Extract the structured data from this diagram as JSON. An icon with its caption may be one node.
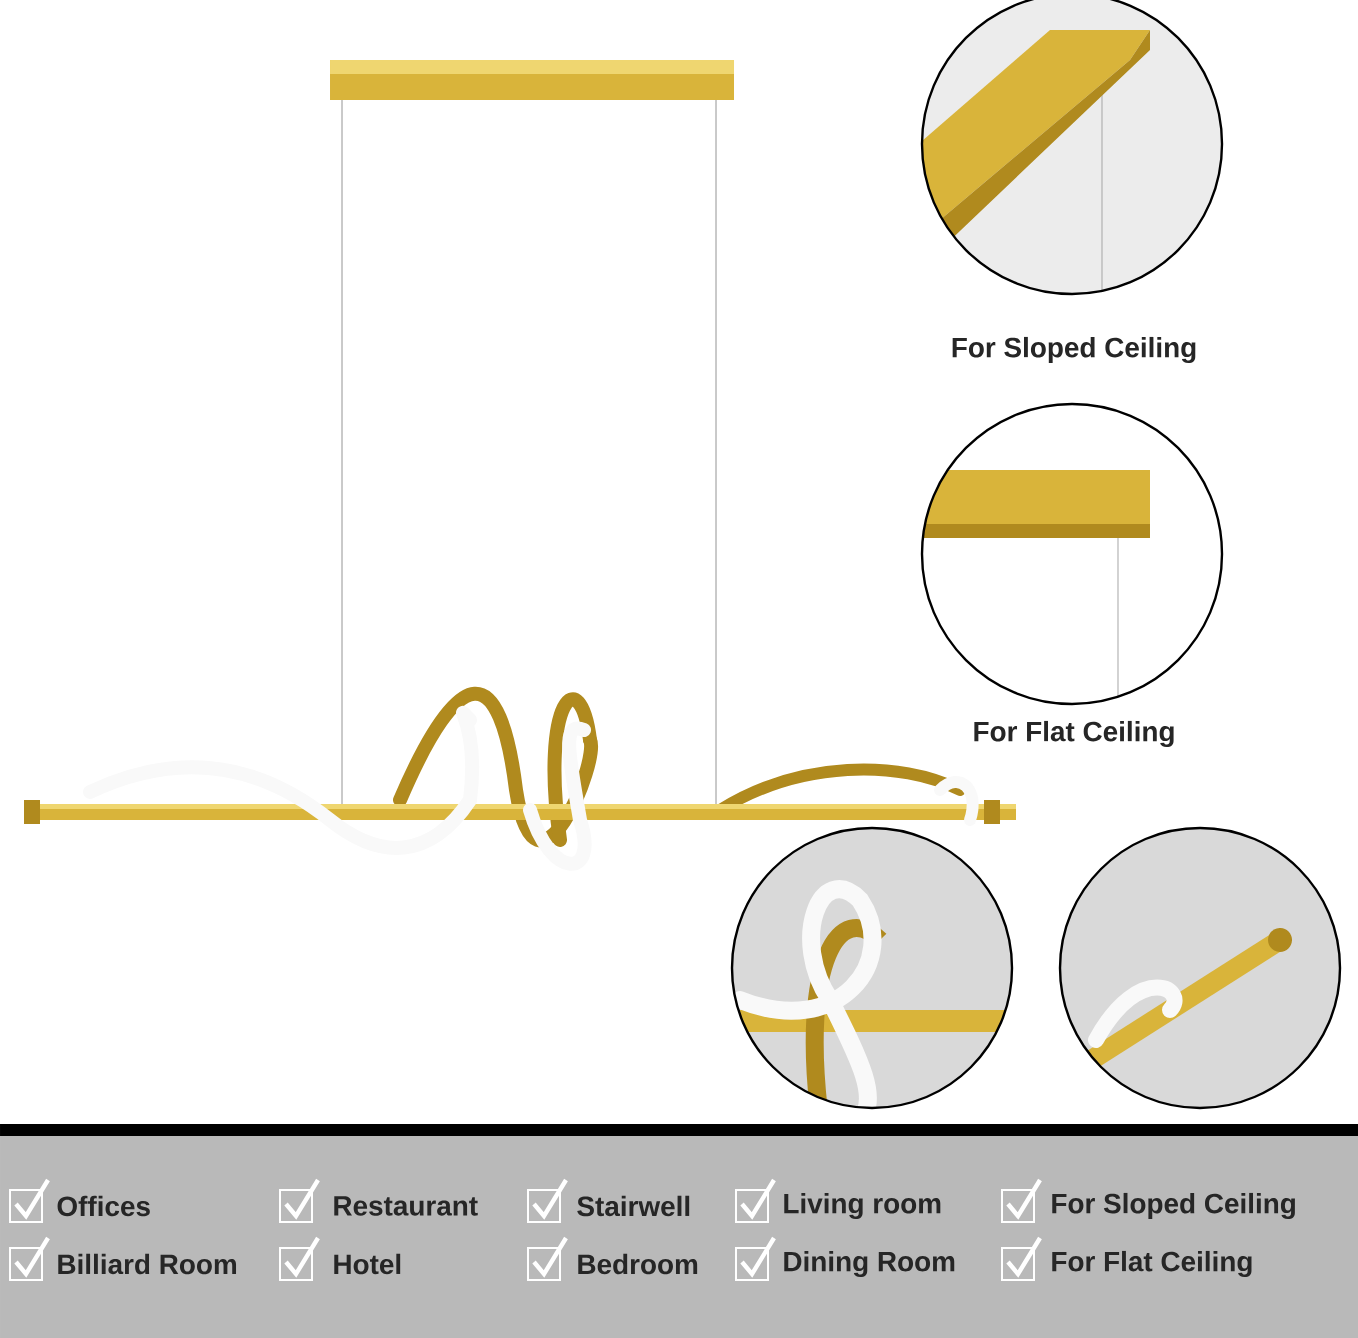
{
  "diagram": {
    "labels": [
      "For Sloped Ceiling",
      "For Flat Ceiling",
      "Offices",
      "Restaurant",
      "Stairwell",
      "Living room",
      "For Sloped Ceiling",
      "Billiard Room",
      "Hotel",
      "Bedroom",
      "Dining Room",
      "For Flat Ceiling"
    ]
  }
}
